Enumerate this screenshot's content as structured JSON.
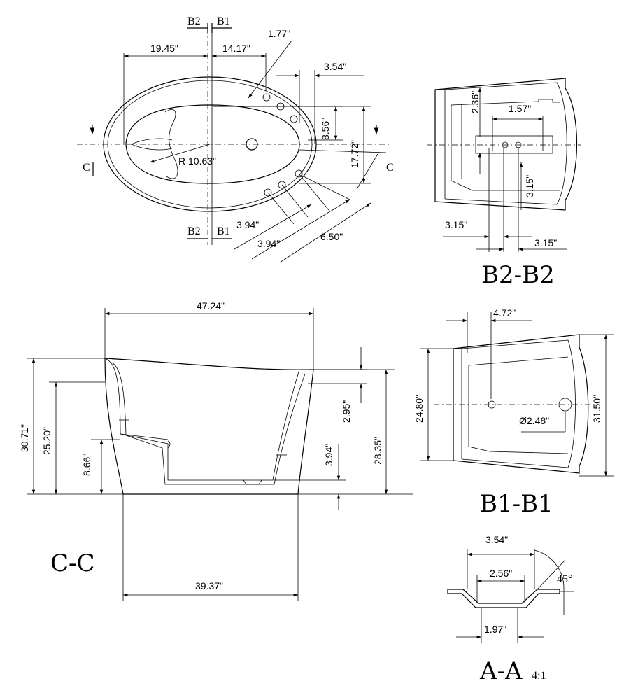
{
  "plan": {
    "section_tag_b2": "B2",
    "section_tag_b1": "B1",
    "section_tag_c": "C",
    "d_left_width": "19.45\"",
    "d_right_width": "14.17\"",
    "d_hole_spacing_top": "1.77\"",
    "d_hole_offset": "3.54\"",
    "d_inner_height": "8.56\"",
    "d_outer_height": "17.72\"",
    "d_radius": "R 10.63\"",
    "d_bottom_a": "3.94\"",
    "d_bottom_b": "3.94\"",
    "d_bottom_c": "6.50\""
  },
  "b2": {
    "title": "B2-B2",
    "d_top": "2.36\"",
    "d_width": "1.57\"",
    "d_height": "3.15\"",
    "d_left": "3.15\"",
    "d_right": "3.15\""
  },
  "b1": {
    "title": "B1-B1",
    "d_top": "4.72\"",
    "d_inner": "24.80\"",
    "d_outer": "31.50\"",
    "d_drain": "Ø2.48\""
  },
  "cc": {
    "title": "C-C",
    "d_top_width": "47.24\"",
    "d_total_height": "30.71\"",
    "d_seat_height": "25.20\"",
    "d_step_height": "8.66\"",
    "d_right_top": "2.95\"",
    "d_right_height": "28.35\"",
    "d_right_low": "3.94\"",
    "d_base_width": "39.37\""
  },
  "aa": {
    "title": "A-A",
    "scale": "4:1",
    "d_outer": "3.54\"",
    "d_mid": "2.56\"",
    "d_inner": "1.97\"",
    "d_angle": "45°"
  }
}
